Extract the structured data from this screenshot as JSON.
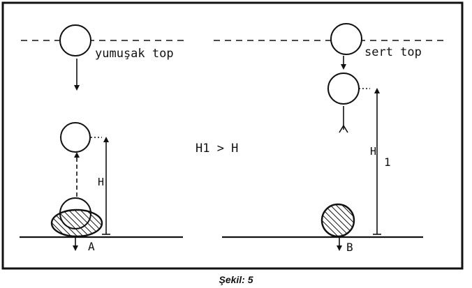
{
  "diagram": {
    "left_ball_label": "yumuşak top",
    "right_ball_label": "sert top",
    "height_label_left": "H",
    "height_label_right": "H",
    "height_label_right_sub": "1",
    "comparison_label": "H1 > H",
    "point_left": "A",
    "point_right": "B",
    "caption": "Şekil: 5"
  },
  "colors": {
    "ink": "#111111",
    "paper": "#ffffff"
  }
}
